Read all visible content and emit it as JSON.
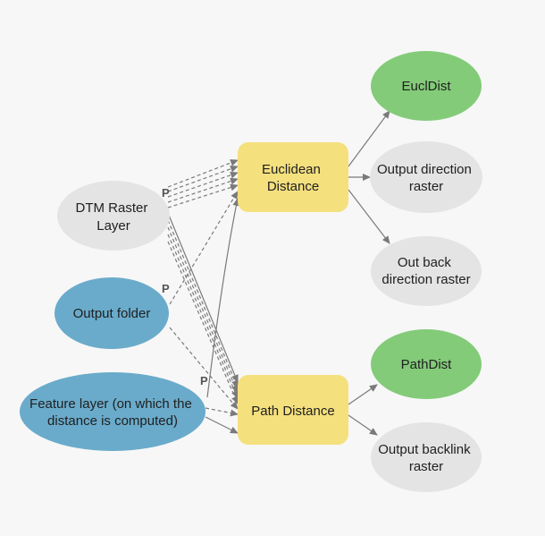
{
  "diagram": {
    "nodes": {
      "dtm_raster": {
        "lines": [
          "DTM Raster",
          "Layer"
        ]
      },
      "output_folder": {
        "lines": [
          "Output folder"
        ]
      },
      "feature_layer": {
        "lines": [
          "Feature layer (on which the",
          "distance is computed)"
        ]
      },
      "euclidean_distance": {
        "lines": [
          "Euclidean",
          "Distance"
        ]
      },
      "path_distance": {
        "lines": [
          "Path Distance"
        ]
      },
      "eucldist": {
        "lines": [
          "EuclDist"
        ]
      },
      "output_direction_raster": {
        "lines": [
          "Output direction",
          "raster"
        ]
      },
      "out_back_direction_raster": {
        "lines": [
          "Out back",
          "direction raster"
        ]
      },
      "pathdist": {
        "lines": [
          "PathDist"
        ]
      },
      "output_backlink_raster": {
        "lines": [
          "Output backlink",
          "raster"
        ]
      }
    },
    "p_marker": "P",
    "colors": {
      "input_blue": "#6aabcb",
      "input_gray": "#e4e4e4",
      "tool_yellow": "#f5e07e",
      "output_green": "#83cb79",
      "output_gray": "#e4e4e4",
      "connector": "#7a7a7a",
      "background": "#f7f7f7"
    }
  }
}
